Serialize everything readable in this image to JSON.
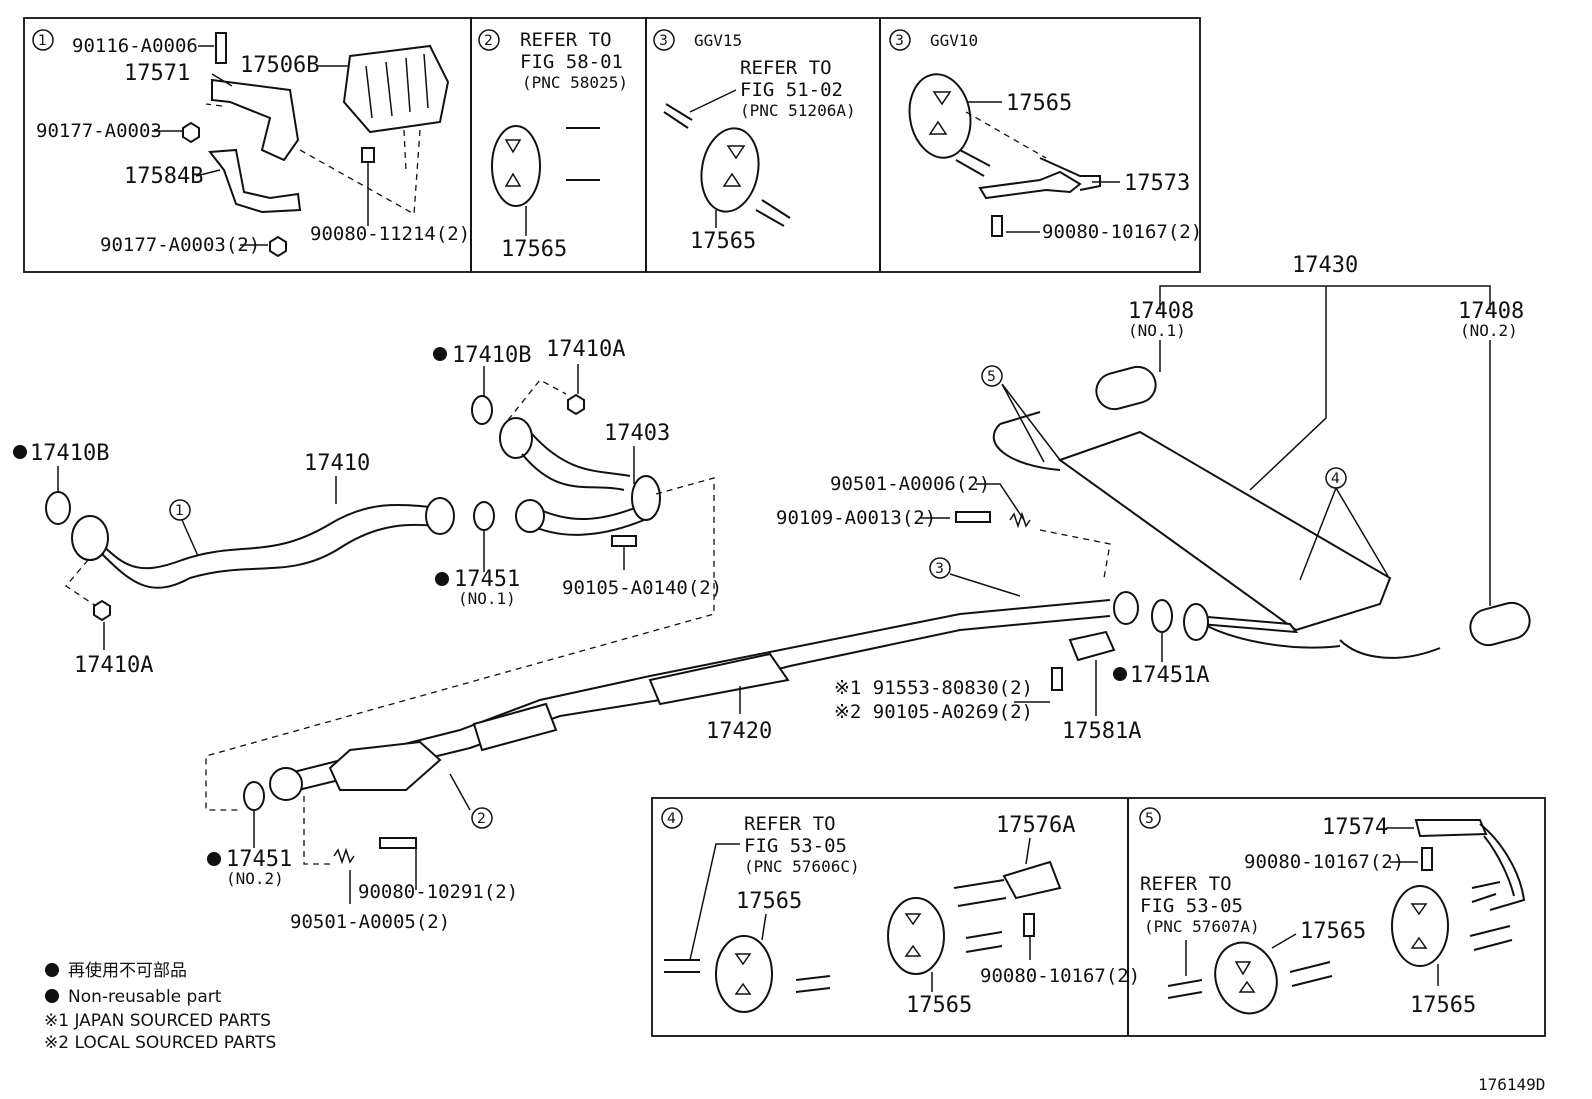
{
  "boxes": {
    "b1": {
      "num": "1",
      "p1": "90116-A0006",
      "p2": "17571",
      "p3": "17506B",
      "p4": "90177-A0003",
      "p5": "17584B",
      "p6": "90080-11214(2)",
      "p7": "90177-A0003(2)"
    },
    "b2": {
      "num": "2",
      "ref1": "REFER TO",
      "ref2": "FIG 58-01",
      "ref3": "(PNC 58025)",
      "part": "17565"
    },
    "b3a": {
      "num": "3",
      "variant": "GGV15",
      "ref1": "REFER TO",
      "ref2": "FIG 51-02",
      "ref3": "(PNC 51206A)",
      "part": "17565"
    },
    "b3b": {
      "num": "3",
      "variant": "GGV10",
      "p1": "17565",
      "p2": "17573",
      "p3": "90080-10167(2)"
    },
    "b4": {
      "num": "4",
      "ref1": "REFER TO",
      "ref2": "FIG 53-05",
      "ref3": "(PNC 57606C)",
      "p1": "17565",
      "p2": "17576A",
      "p3": "17565",
      "p4": "90080-10167(2)"
    },
    "b5": {
      "num": "5",
      "p1": "17574",
      "p2": "90080-10167(2)",
      "ref1": "REFER TO",
      "ref2": "FIG 53-05",
      "ref3": "(PNC 57607A)",
      "p3": "17565",
      "p4": "17565"
    }
  },
  "main": {
    "l17430": "17430",
    "l17408a": "17408",
    "l17408a_sub": "(NO.1)",
    "l17408b": "17408",
    "l17408b_sub": "(NO.2)",
    "l17410b_top": "17410B",
    "l17410a_top": "17410A",
    "l17403": "17403",
    "l17410b_left": "17410B",
    "l17410": "17410",
    "l17451": "17451",
    "l17451_sub": "(NO.1)",
    "l90105a": "90105-A0140(2)",
    "l17410a_left": "17410A",
    "l90501a6": "90501-A0006(2)",
    "l90109": "90109-A0013(2)",
    "l17451a": "17451A",
    "l91553": "※1 91553-80830(2)",
    "l90105b": "※2 90105-A0269(2)",
    "l17581a": "17581A",
    "l17420": "17420",
    "l17451b": "17451",
    "l17451b_sub": "(NO.2)",
    "l90080b": "90080-10291(2)",
    "l90501a5": "90501-A0005(2)",
    "c1": "1",
    "c2": "2",
    "c3": "3",
    "c4": "4",
    "c5": "5"
  },
  "legend": {
    "jp": "再使用不可部品",
    "en": "Non-reusable part",
    "n1": "※1 JAPAN SOURCED PARTS",
    "n2": "※2 LOCAL SOURCED PARTS"
  },
  "figure_id": "176149D"
}
